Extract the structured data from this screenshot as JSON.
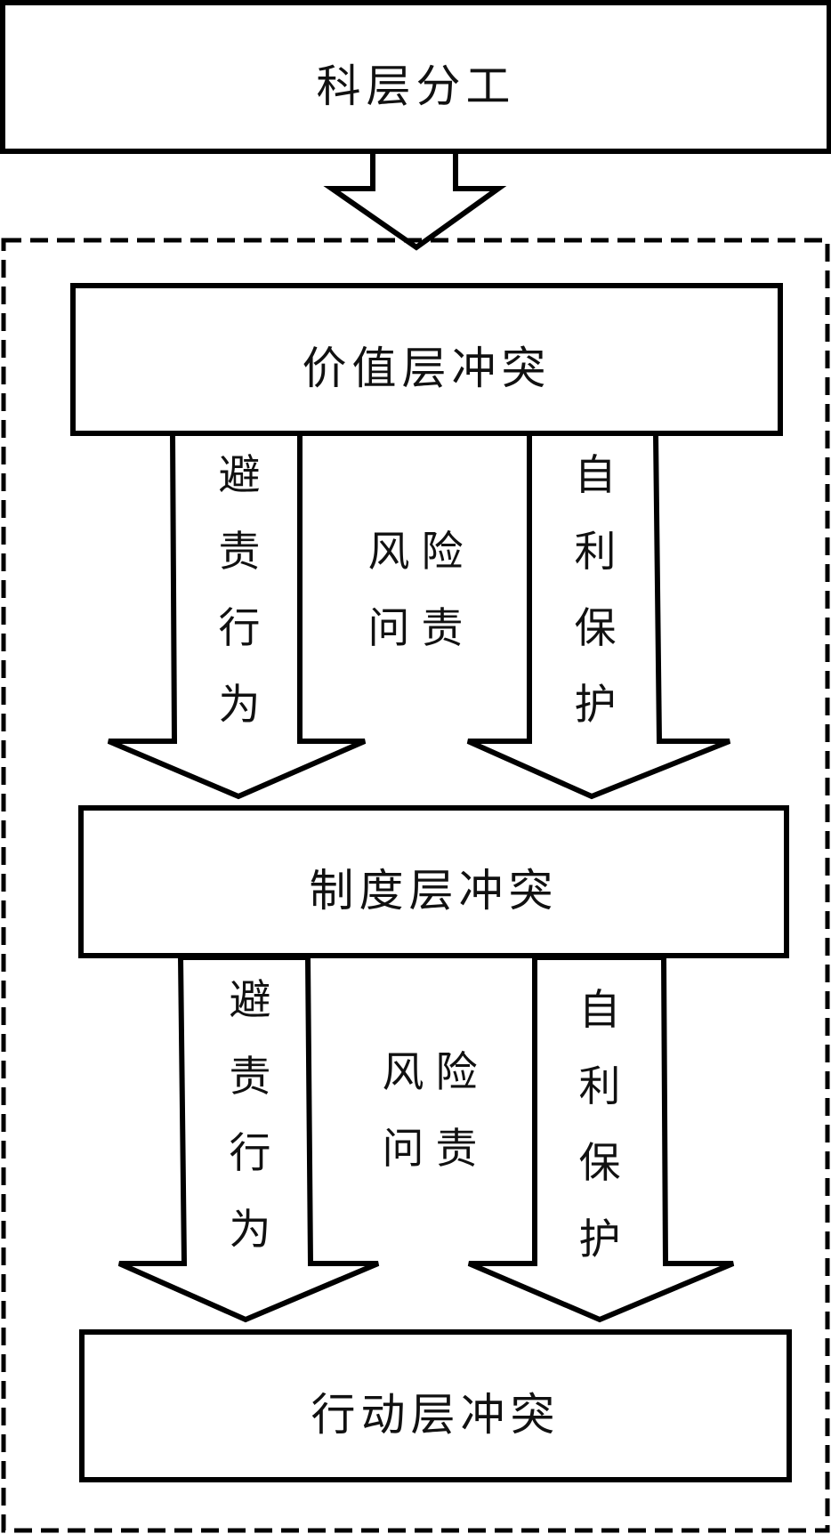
{
  "boxes": {
    "top": "科层分工",
    "value": "价值层冲突",
    "institution": "制度层冲突",
    "action": "行动层冲突"
  },
  "arrows": {
    "upper": {
      "left": "避责行为",
      "middle_col1": "风问",
      "middle_col2": "险责",
      "right": "自利保护"
    },
    "lower": {
      "left": "避责行为",
      "middle_col1": "风问",
      "middle_col2": "险责",
      "right": "自利保护"
    }
  }
}
